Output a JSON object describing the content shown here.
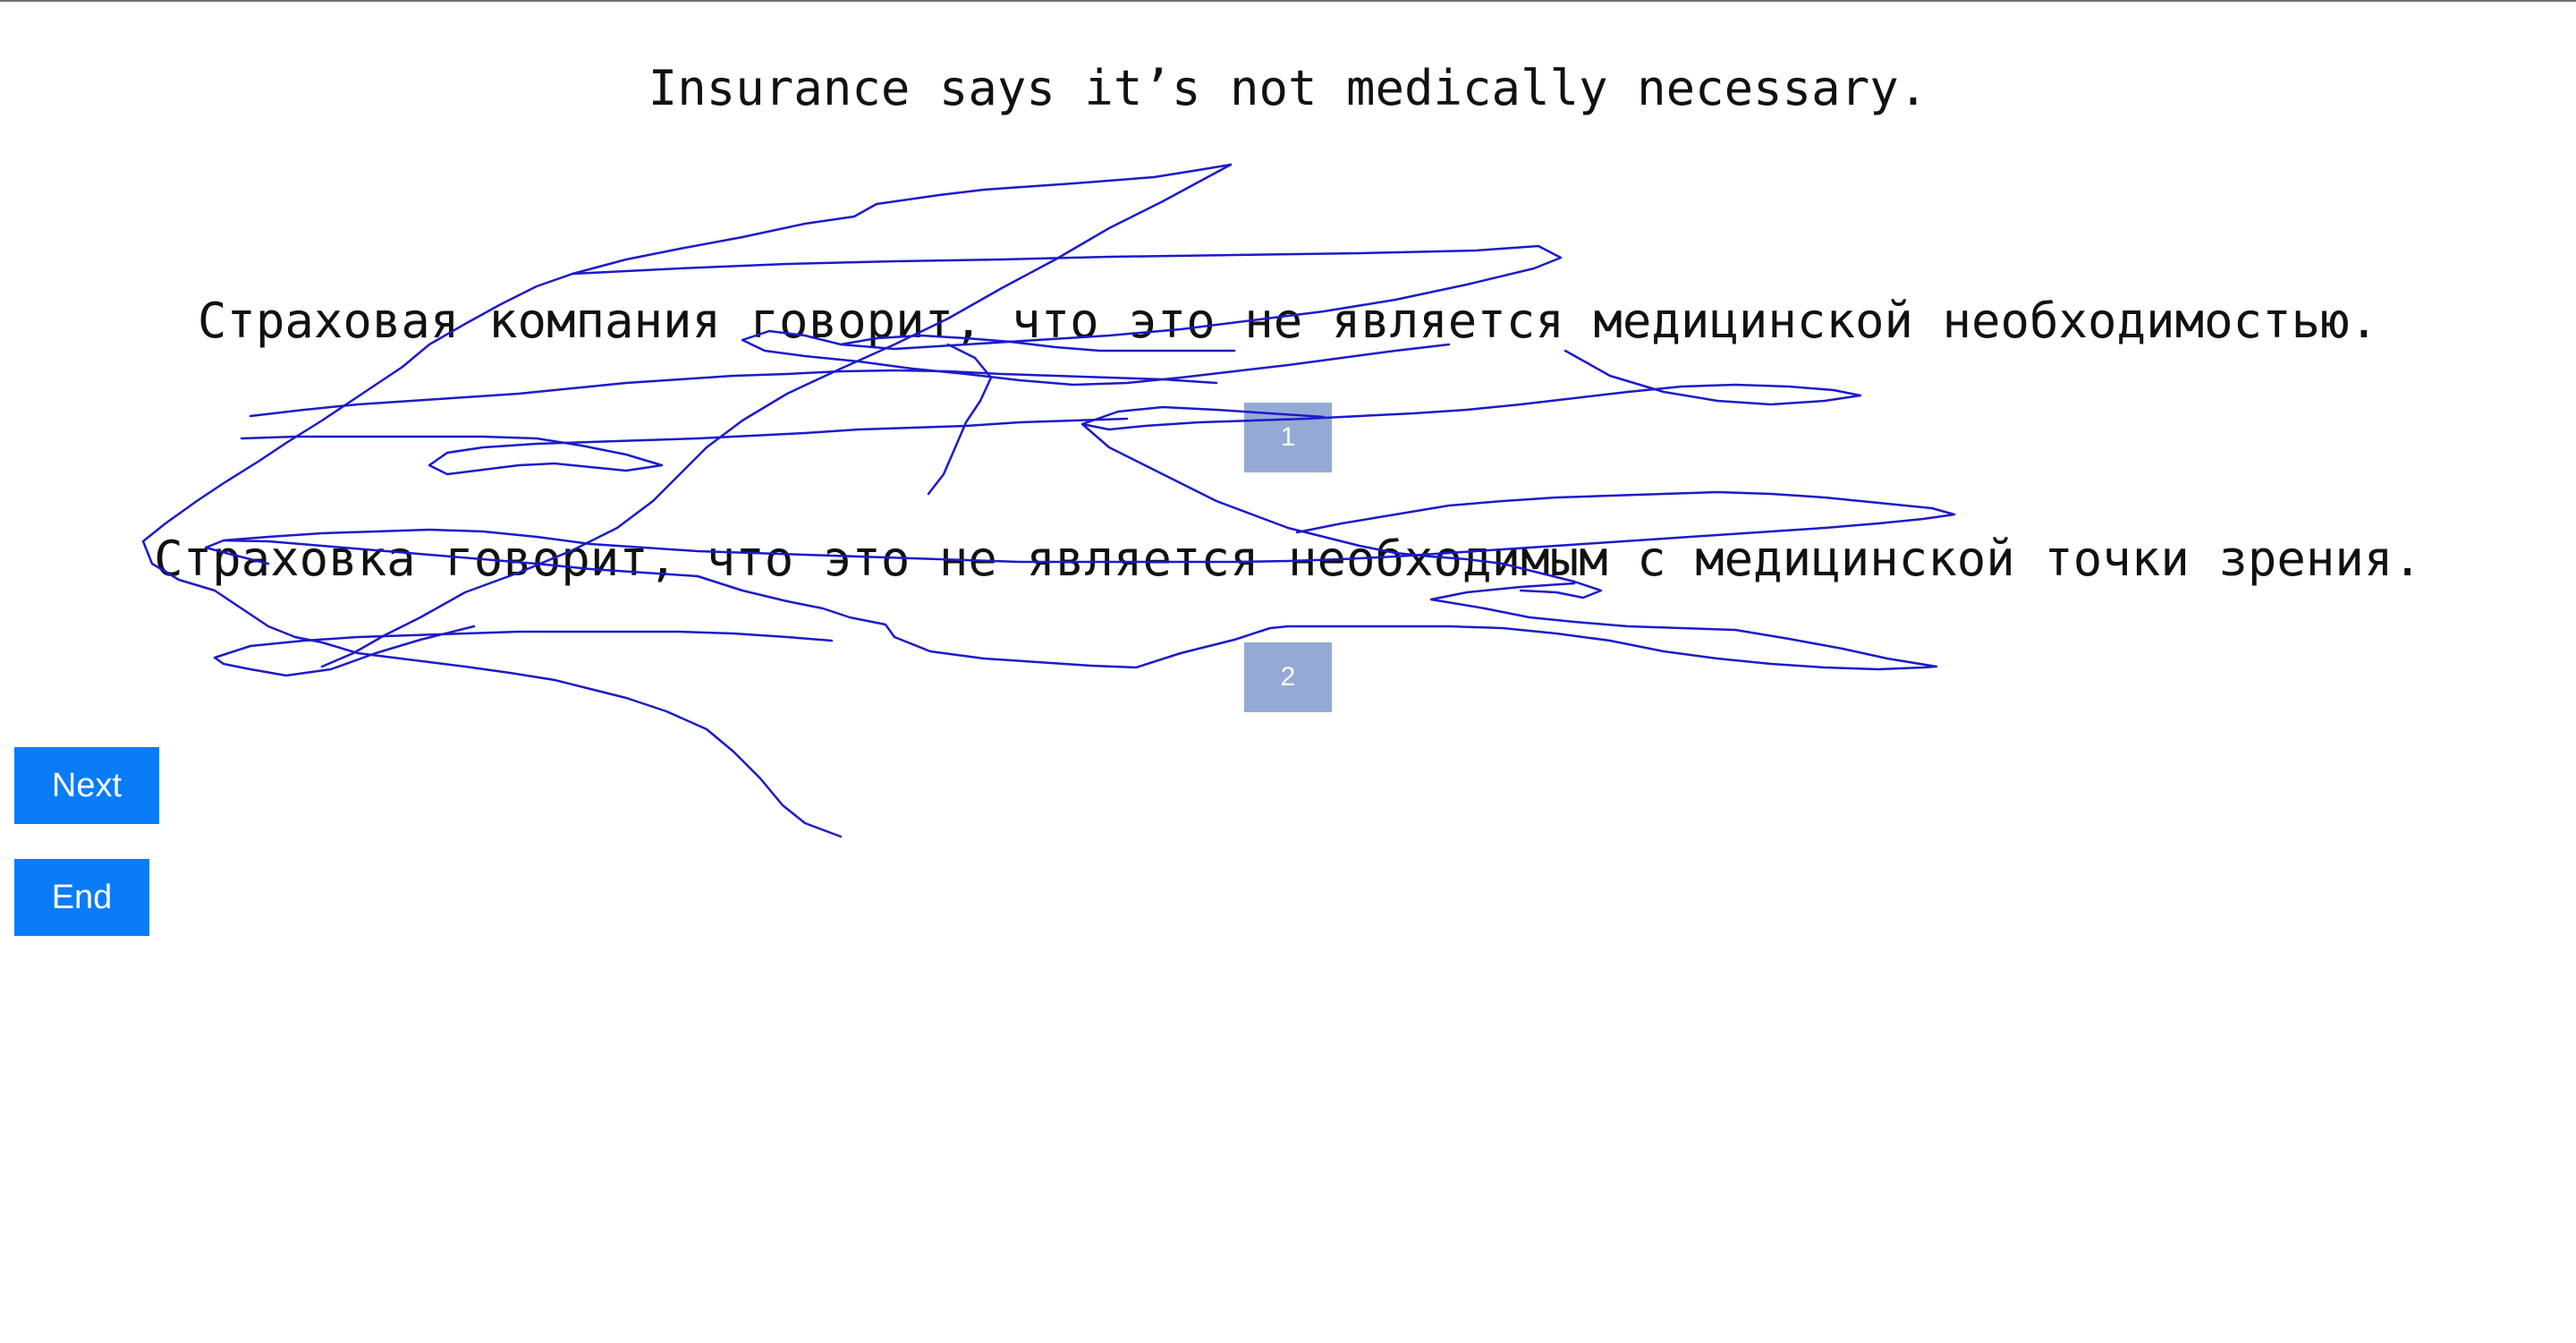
{
  "source": {
    "sentence": "Insurance says it’s not medically necessary."
  },
  "translations": [
    {
      "text": "Страховая компания говорит, что это не является медицинской необходимостью.",
      "rank": "1"
    },
    {
      "text": "Страховка говорит, что это не является необходимым с медицинской точки зрения.",
      "rank": "2"
    }
  ],
  "buttons": {
    "next_label": "Next",
    "end_label": "End"
  },
  "colors": {
    "scribble": "#1a1acc",
    "button_bg": "#0a7cf8",
    "rank_badge_bg": "#94a9d4"
  }
}
